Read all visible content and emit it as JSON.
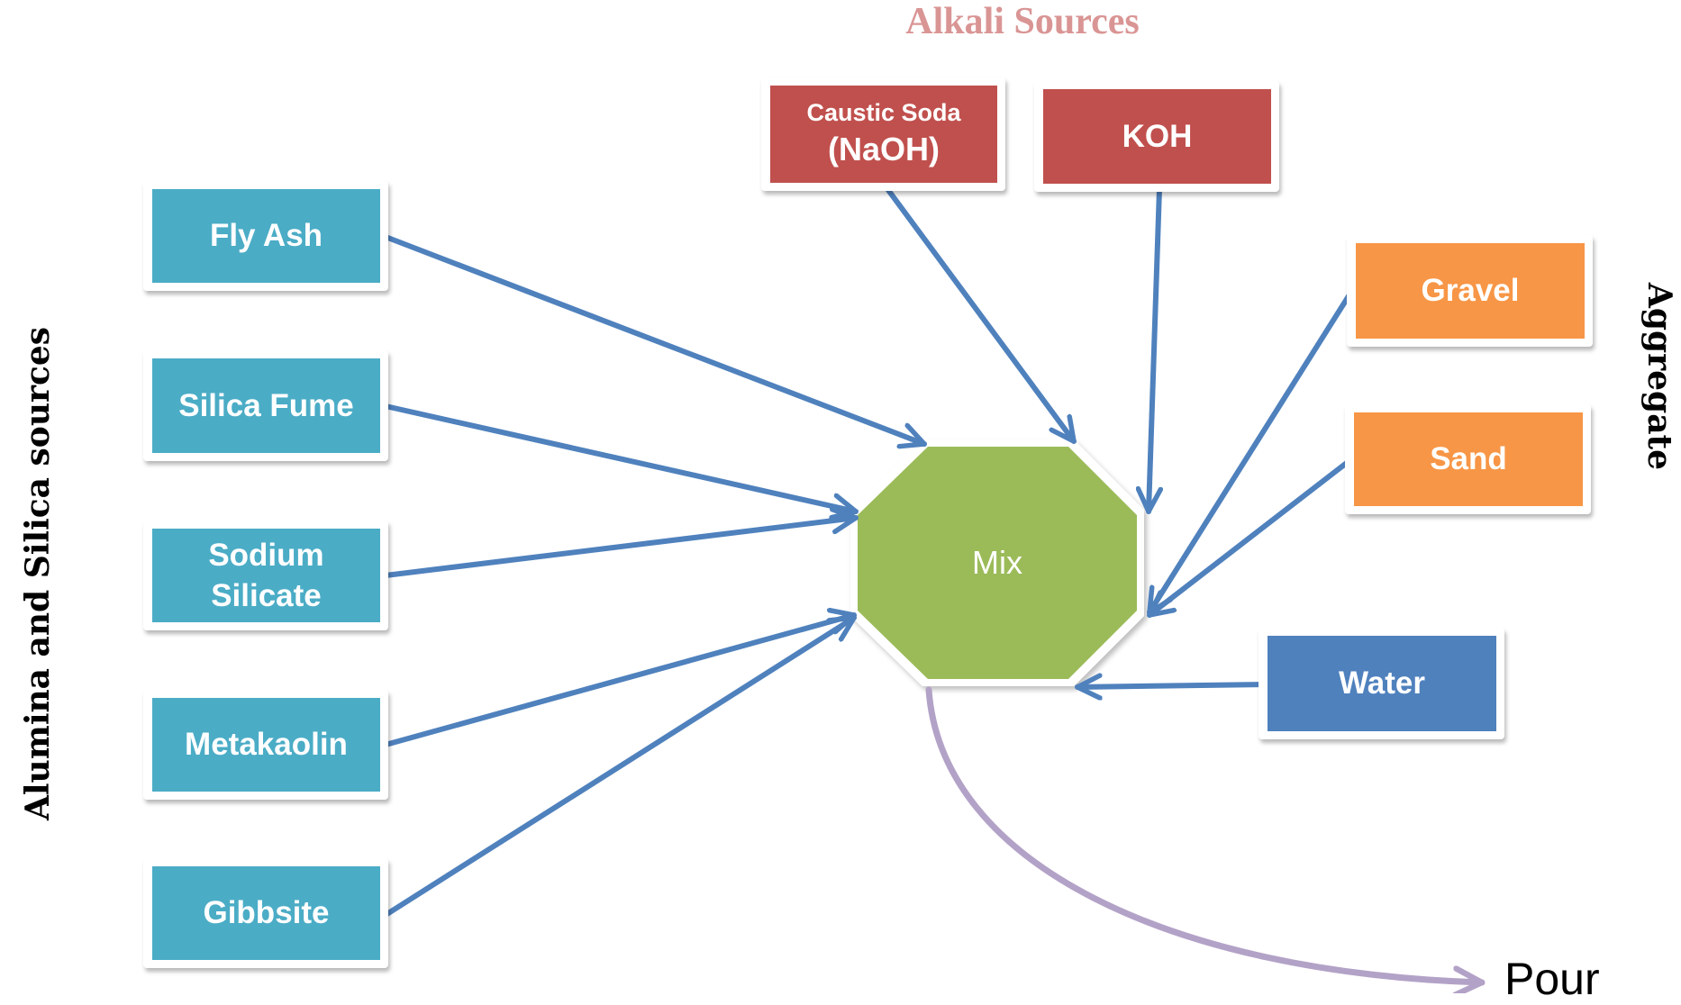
{
  "titles": {
    "top": "Alkali Sources",
    "left": "Alumina and Silica sources",
    "right": "Aggregate"
  },
  "center": {
    "label": "Mix",
    "color": "#9bbb59"
  },
  "output": {
    "label": "Pour",
    "arrow_color": "#b3a2c7"
  },
  "colors": {
    "alumina_silica": "#4bacc6",
    "alkali": "#c0504d",
    "aggregate": "#f79646",
    "water": "#4f81bd",
    "arrow": "#4f81bd"
  },
  "nodes": {
    "fly_ash": "Fly Ash",
    "silica_fume": "Silica Fume",
    "sodium_silicate_1": "Sodium",
    "sodium_silicate_2": "Silicate",
    "metakaolin": "Metakaolin",
    "gibbsite": "Gibbsite",
    "caustic_soda_1": "Caustic Soda",
    "caustic_soda_2": "(NaOH)",
    "koh": "KOH",
    "gravel": "Gravel",
    "sand": "Sand",
    "water": "Water"
  },
  "edges": [
    {
      "from": "Fly Ash",
      "to": "Mix"
    },
    {
      "from": "Silica Fume",
      "to": "Mix"
    },
    {
      "from": "Sodium Silicate",
      "to": "Mix"
    },
    {
      "from": "Metakaolin",
      "to": "Mix"
    },
    {
      "from": "Gibbsite",
      "to": "Mix"
    },
    {
      "from": "Caustic Soda (NaOH)",
      "to": "Mix"
    },
    {
      "from": "KOH",
      "to": "Mix"
    },
    {
      "from": "Gravel",
      "to": "Mix"
    },
    {
      "from": "Sand",
      "to": "Mix"
    },
    {
      "from": "Water",
      "to": "Mix"
    },
    {
      "from": "Mix",
      "to": "Pour"
    }
  ]
}
